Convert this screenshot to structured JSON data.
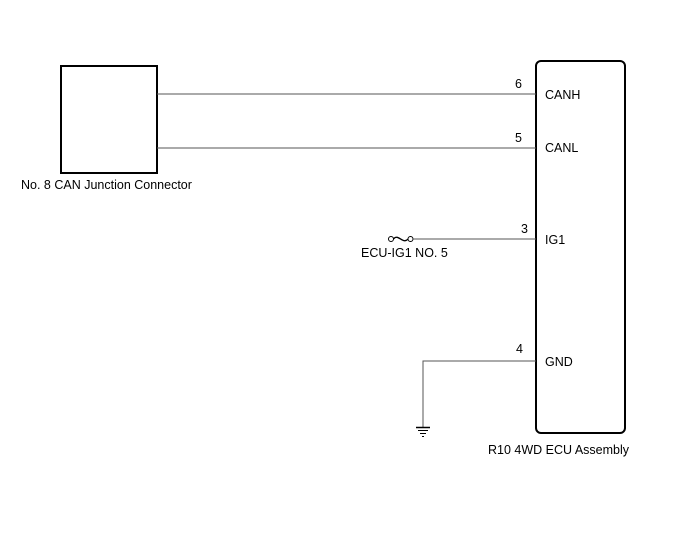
{
  "diagram": {
    "type": "wiring-diagram",
    "junction_connector": {
      "label": "No. 8 CAN Junction Connector"
    },
    "ecu": {
      "label": "R10  4WD ECU Assembly",
      "pins": [
        {
          "number": "6",
          "name": "CANH"
        },
        {
          "number": "5",
          "name": "CANL"
        },
        {
          "number": "3",
          "name": "IG1"
        },
        {
          "number": "4",
          "name": "GND"
        }
      ]
    },
    "fuse": {
      "label": "ECU-IG1 NO. 5",
      "icon": "fuse-icon"
    },
    "ground": {
      "icon": "ground-icon"
    },
    "colors": {
      "line": "#000000",
      "wire": "#555555",
      "background": "#ffffff"
    }
  }
}
